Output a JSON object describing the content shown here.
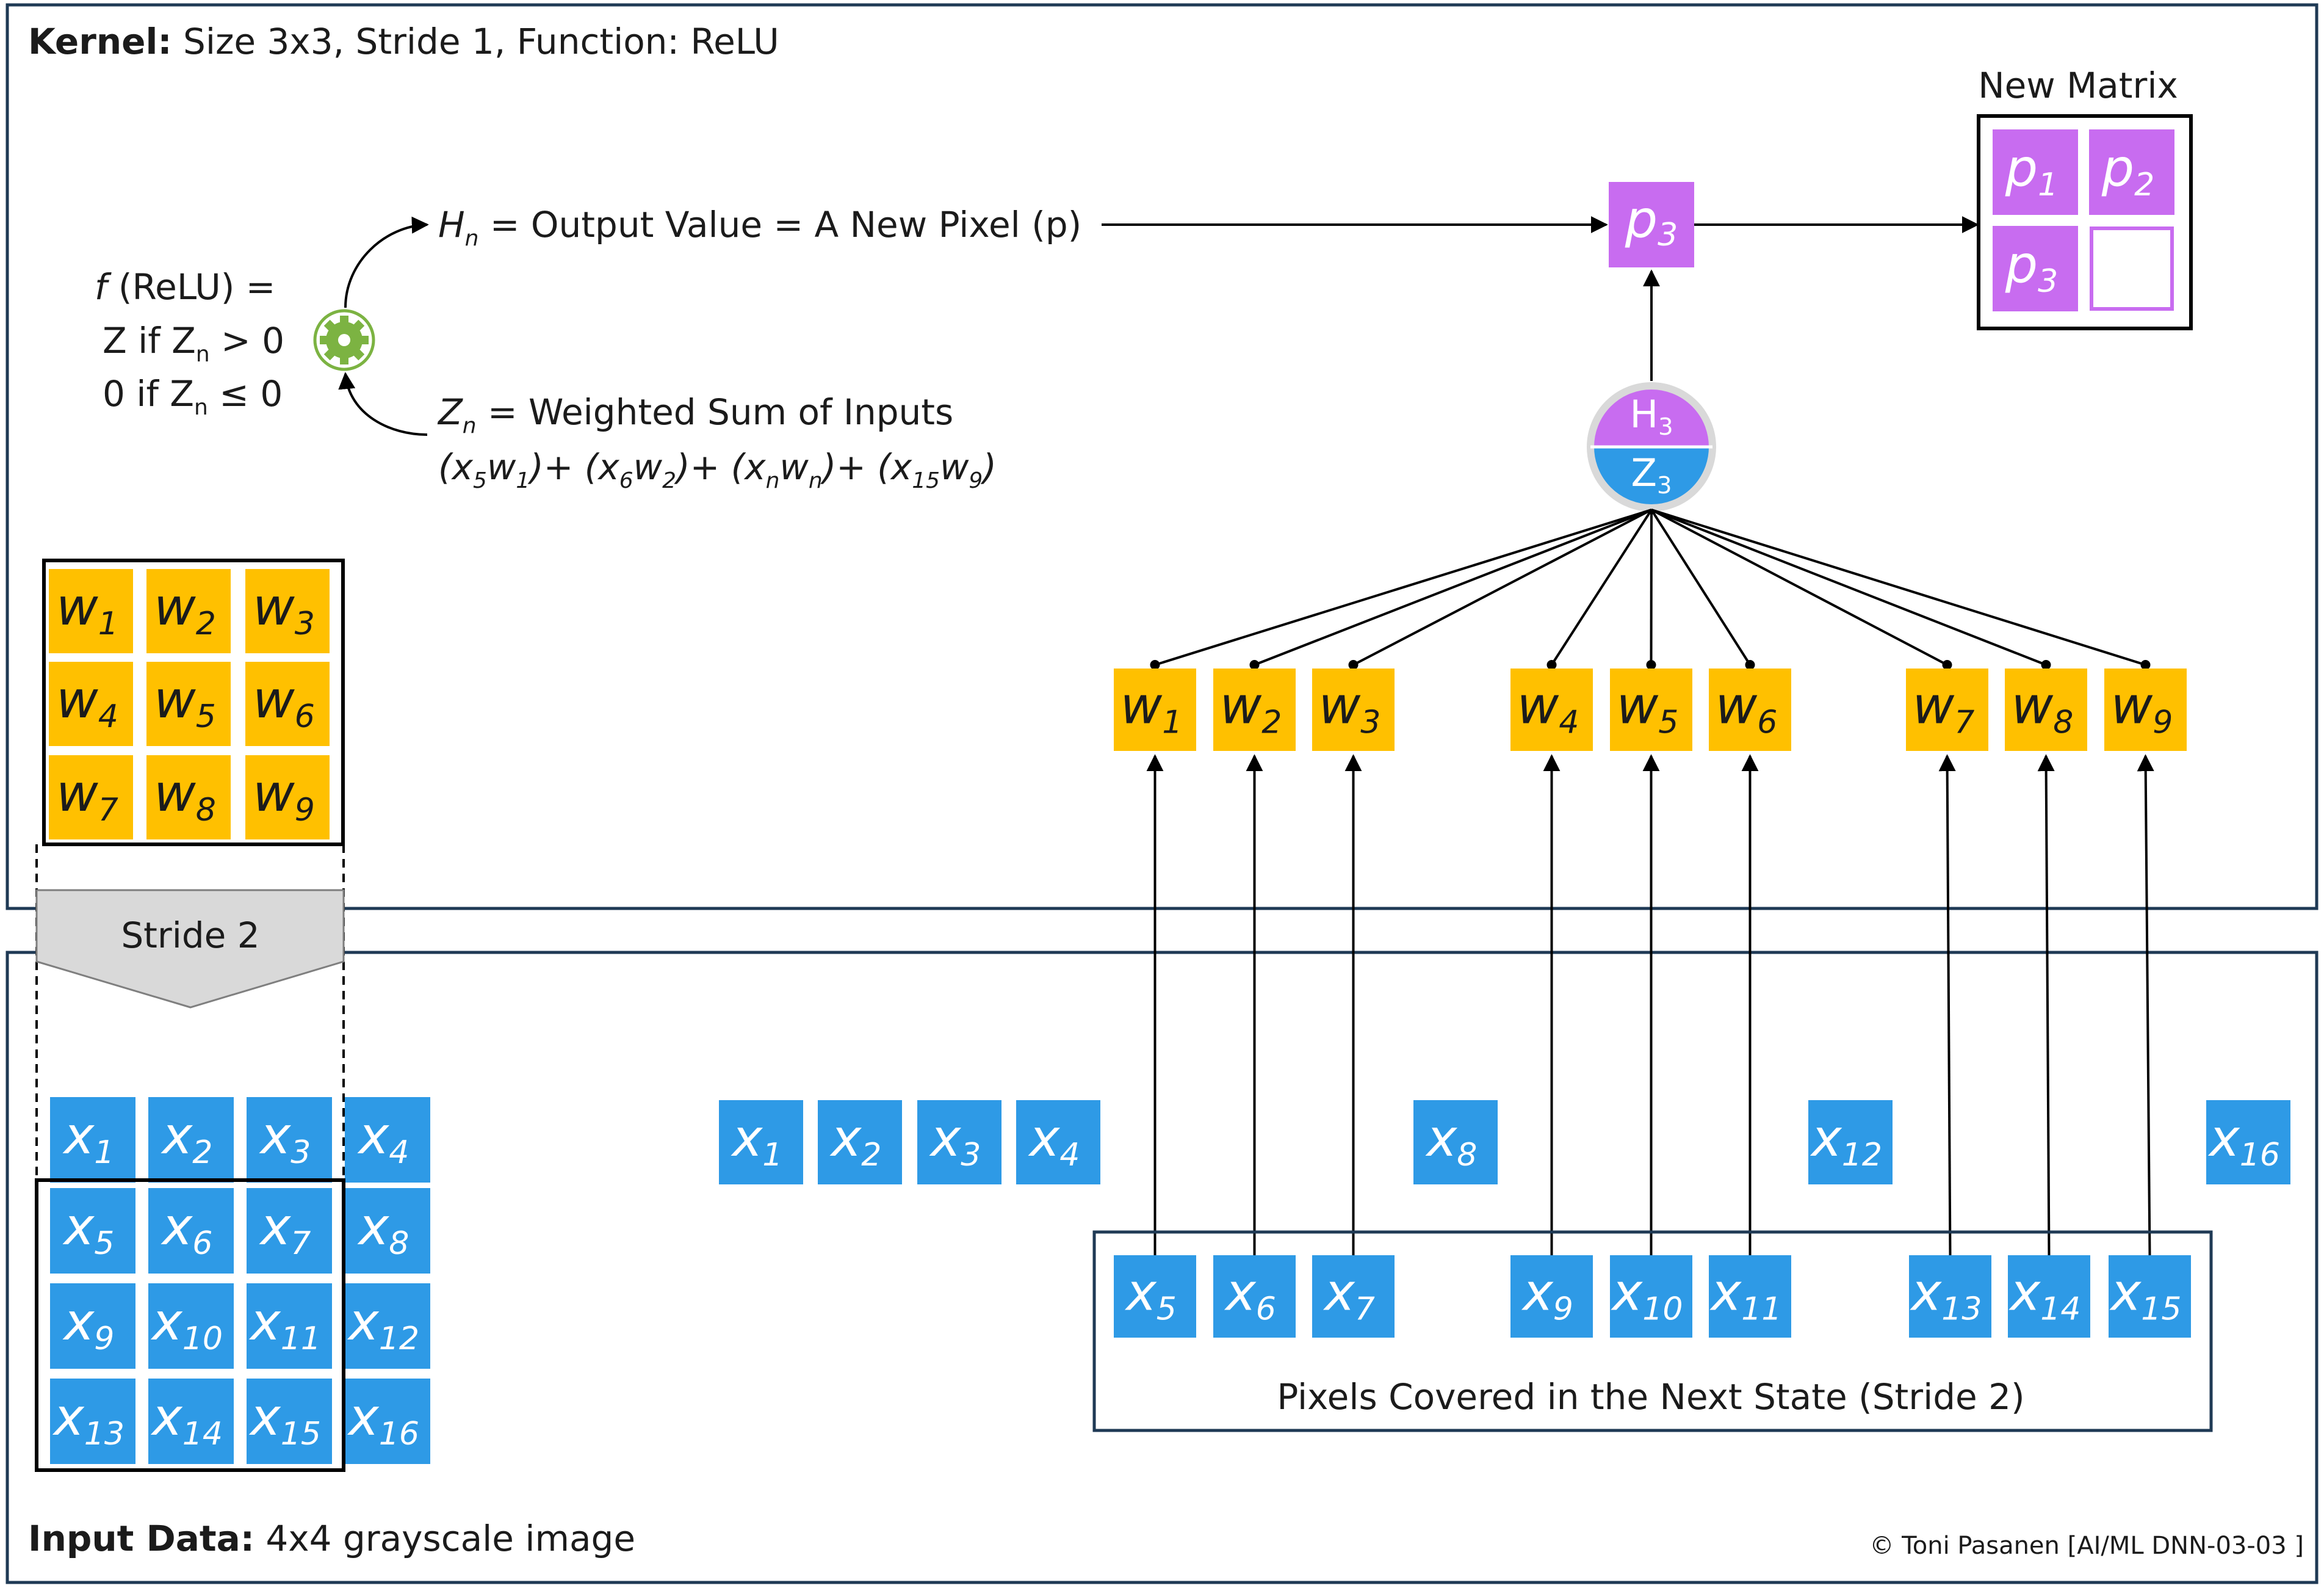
{
  "kernel_header": {
    "bold": "Kernel:",
    "text": " Size 3x3, Stride 1, Function: ReLU"
  },
  "input_header": {
    "bold": "Input Data:",
    "text": " 4x4 grayscale image"
  },
  "copyright": "© Toni Pasanen [AI/ML DNN-03-03 ]",
  "relu": {
    "line1_f": "f",
    "line1_rest": " (ReLU) =",
    "line2": "Z if Z",
    "line2_sub": "n",
    "line2_end": " > 0",
    "line3": "0 if Z",
    "line3_sub": "n",
    "line3_end": " ≤ 0"
  },
  "output_label": {
    "var": "H",
    "sub": "n",
    "text": " = Output Value = A New Pixel (p)"
  },
  "sum_label": {
    "var": "Z",
    "sub": "n",
    "text": " = Weighted Sum of Inputs"
  },
  "sum_formula": [
    {
      "t": "(x"
    },
    {
      "s": "5"
    },
    {
      "t": "w"
    },
    {
      "s": "1"
    },
    {
      "t": ")+ (x"
    },
    {
      "s": "6"
    },
    {
      "t": "w"
    },
    {
      "s": "2"
    },
    {
      "t": ")+ (x"
    },
    {
      "s": "n"
    },
    {
      "t": "w"
    },
    {
      "s": "n"
    },
    {
      "t": ")+ (x"
    },
    {
      "s": "15"
    },
    {
      "t": "w"
    },
    {
      "s": "9"
    },
    {
      "t": ")"
    }
  ],
  "new_matrix": {
    "title": "New Matrix",
    "cells": [
      "1",
      "2",
      "3",
      ""
    ]
  },
  "p_output": {
    "letter": "p",
    "index": "3"
  },
  "neuron": {
    "top": "H",
    "top_sub": "3",
    "bottom": "Z",
    "bottom_sub": "3"
  },
  "stride_label": "Stride 2",
  "next_state_label": "Pixels Covered in the Next State (Stride 2)",
  "kernel_grid": [
    "1",
    "2",
    "3",
    "4",
    "5",
    "6",
    "7",
    "8",
    "9"
  ],
  "input_grid": [
    "1",
    "2",
    "3",
    "4",
    "5",
    "6",
    "7",
    "8",
    "9",
    "10",
    "11",
    "12",
    "13",
    "14",
    "15",
    "16"
  ],
  "weights_row": [
    "1",
    "2",
    "3",
    "4",
    "5",
    "6",
    "7",
    "8",
    "9"
  ],
  "x_top_row": [
    "1",
    "2",
    "3",
    "4",
    "8",
    "12",
    "16"
  ],
  "x_bottom_row": [
    "5",
    "6",
    "7",
    "9",
    "10",
    "11",
    "13",
    "14",
    "15"
  ],
  "colors": {
    "weight": "#FFC000",
    "pixel": "#2E9AE6",
    "output": "#C86CF0",
    "frame": "#1F3A55",
    "gear": "#7CB342",
    "stride": "#D9D9D9"
  }
}
